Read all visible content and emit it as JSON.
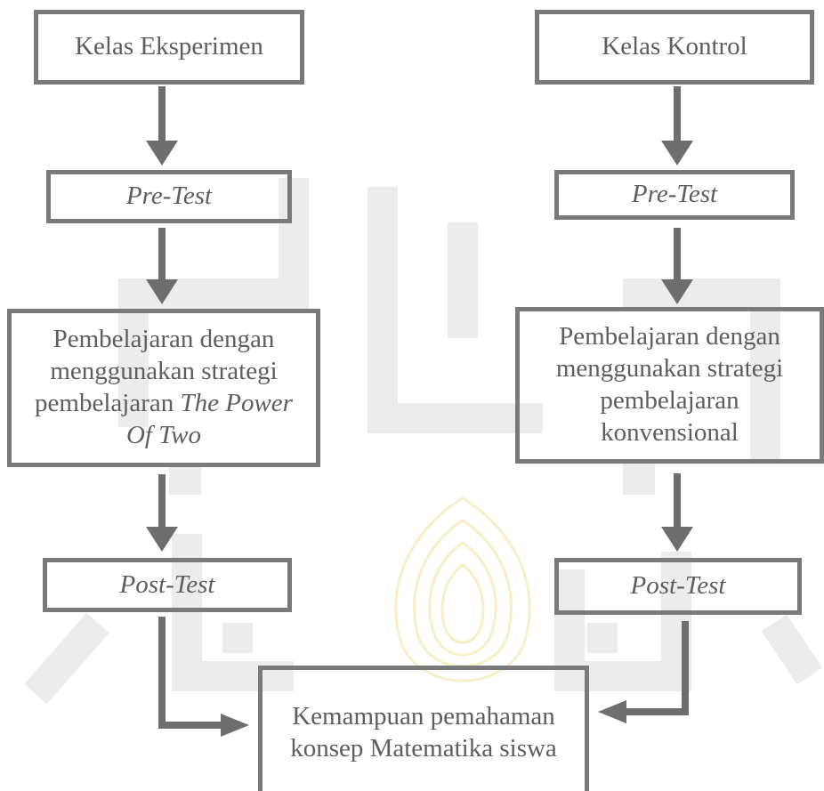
{
  "diagram": {
    "left": {
      "start": "Kelas Eksperimen",
      "pretest": "Pre-Test",
      "treatment_text": "Pembelajaran dengan menggunakan strategi pembelajaran ",
      "treatment_italic": "The Power Of Two",
      "posttest": "Post-Test"
    },
    "right": {
      "start": "Kelas Kontrol",
      "pretest": "Pre-Test",
      "treatment": "Pembelajaran dengan menggunakan strategi pembelajaran konvensional",
      "posttest": "Post-Test"
    },
    "result": "Kemampuan pemahaman konsep Matematika siswa"
  },
  "colors": {
    "border": "#7a7a7a",
    "arrow": "#6e6e6e",
    "text": "#5e5e5e",
    "watermark_gray": "#ececec",
    "watermark_gold": "#f7efc6"
  }
}
